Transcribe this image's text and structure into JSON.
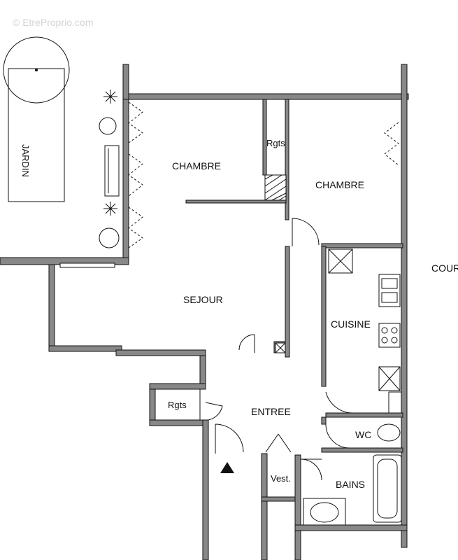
{
  "watermark": "© EtreProprio.com",
  "rooms": {
    "chambre_1": "CHAMBRE",
    "chambre_2": "CHAMBRE",
    "rgts_top": "Rgts",
    "sejour": "SEJOUR",
    "cuisine": "CUISINE",
    "entree": "ENTREE",
    "rgts_entry": "Rgts",
    "wc": "WC",
    "vest": "Vest.",
    "bains": "BAINS"
  },
  "outside": {
    "jardin": "JARDIN",
    "cour": "COUR"
  },
  "icons": [
    "entrance-arrow-icon",
    "tree-icon",
    "shrub-icon",
    "hatched-duct-icon",
    "sink-icon",
    "stove-icon",
    "toilet-icon",
    "bathtub-icon",
    "basin-icon"
  ]
}
